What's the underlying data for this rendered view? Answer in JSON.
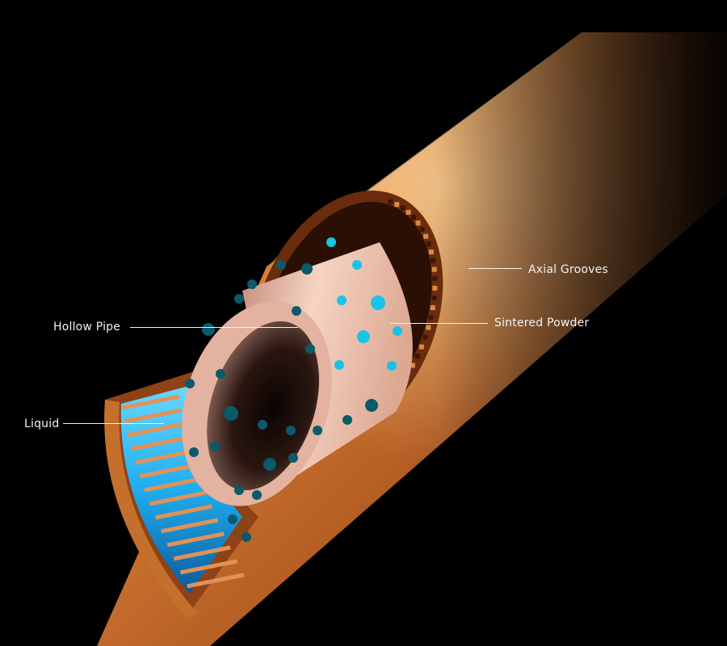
{
  "labels": {
    "axial_grooves": "Axial Grooves",
    "sintered_powder": "Sintered Powder",
    "hollow_pipe": "Hollow Pipe",
    "liquid": "Liquid"
  },
  "colors": {
    "background": "#000000",
    "copper_light": "#f0a35a",
    "copper_mid": "#c86a28",
    "copper_dark": "#6a2c0c",
    "powder": "#f1c8b8",
    "powder_dot": "#18c4e6",
    "powder_dot_dark": "#0a5a6a",
    "liquid": "#2ab8f0",
    "label_text": "#f2f2f2"
  }
}
